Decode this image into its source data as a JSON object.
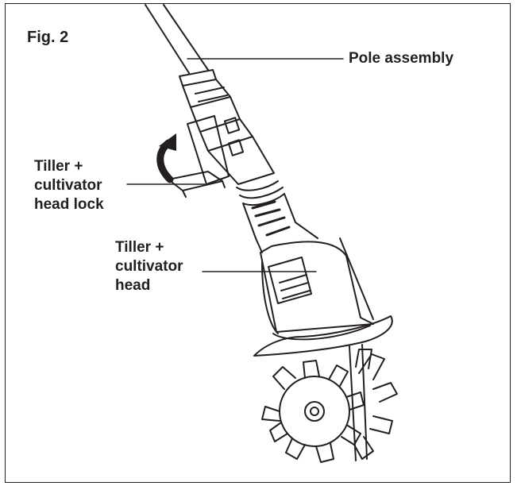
{
  "figure": {
    "label": "Fig. 2"
  },
  "callouts": {
    "pole_assembly": "Pole assembly",
    "head_lock": [
      "Tiller +",
      "cultivator",
      "head lock"
    ],
    "head": [
      "Tiller +",
      "cultivator",
      "head"
    ]
  },
  "colors": {
    "ink": "#231f20",
    "frame": "#231f20",
    "background": "#ffffff"
  }
}
